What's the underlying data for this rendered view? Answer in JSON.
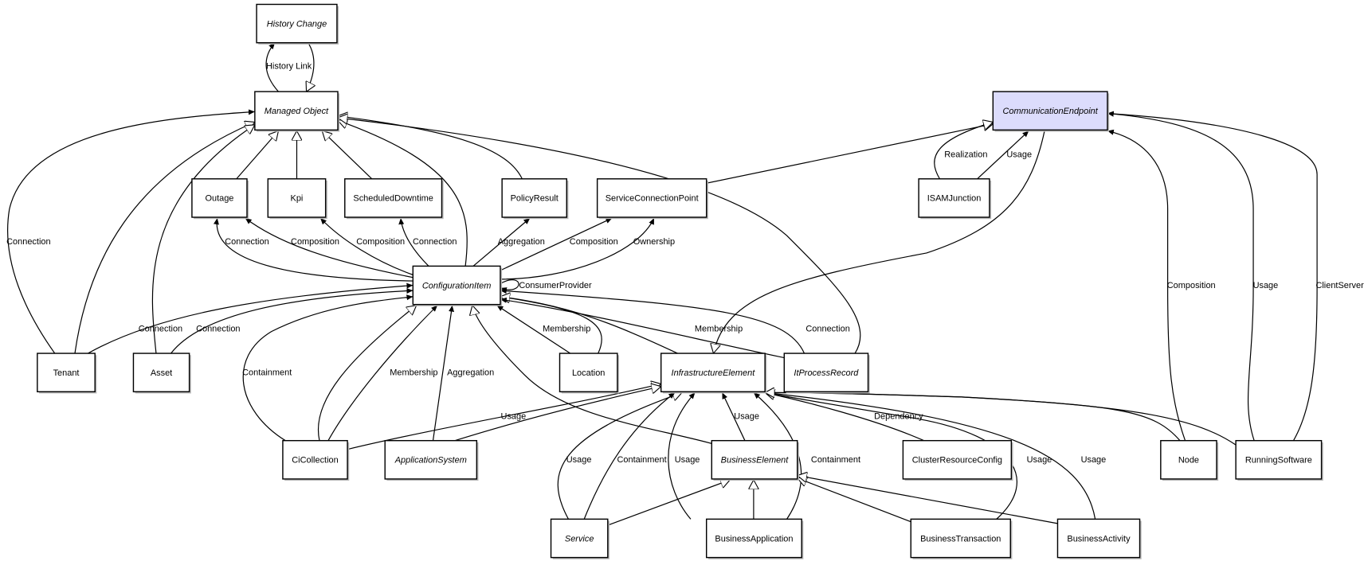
{
  "diagram": {
    "highlight_color": "#dcdcfc",
    "nodes": [
      {
        "id": "HistoryChange",
        "label": "History Change",
        "abstract": true
      },
      {
        "id": "ManagedObject",
        "label": "Managed Object",
        "abstract": true
      },
      {
        "id": "Outage",
        "label": "Outage",
        "abstract": false
      },
      {
        "id": "Kpi",
        "label": "Kpi",
        "abstract": false
      },
      {
        "id": "ScheduledDowntime",
        "label": "ScheduledDowntime",
        "abstract": false
      },
      {
        "id": "PolicyResult",
        "label": "PolicyResult",
        "abstract": false
      },
      {
        "id": "ServiceConnectionPoint",
        "label": "ServiceConnectionPoint",
        "abstract": false
      },
      {
        "id": "CommunicationEndpoint",
        "label": "CommunicationEndpoint",
        "abstract": true,
        "highlighted": true
      },
      {
        "id": "ISAMJunction",
        "label": "ISAMJunction",
        "abstract": false
      },
      {
        "id": "ConfigurationItem",
        "label": "ConfigurationItem",
        "abstract": true
      },
      {
        "id": "Tenant",
        "label": "Tenant",
        "abstract": false
      },
      {
        "id": "Asset",
        "label": "Asset",
        "abstract": false
      },
      {
        "id": "Location",
        "label": "Location",
        "abstract": false
      },
      {
        "id": "InfrastructureElement",
        "label": "InfrastructureElement",
        "abstract": true
      },
      {
        "id": "ItProcessRecord",
        "label": "ItProcessRecord",
        "abstract": true
      },
      {
        "id": "CiCollection",
        "label": "CiCollection",
        "abstract": false
      },
      {
        "id": "ApplicationSystem",
        "label": "ApplicationSystem",
        "abstract": true
      },
      {
        "id": "BusinessElement",
        "label": "BusinessElement",
        "abstract": true
      },
      {
        "id": "ClusterResourceConfig",
        "label": "ClusterResourceConfig",
        "abstract": false
      },
      {
        "id": "Node",
        "label": "Node",
        "abstract": false
      },
      {
        "id": "RunningSoftware",
        "label": "RunningSoftware",
        "abstract": false
      },
      {
        "id": "Service",
        "label": "Service",
        "abstract": true
      },
      {
        "id": "BusinessApplication",
        "label": "BusinessApplication",
        "abstract": false
      },
      {
        "id": "BusinessTransaction",
        "label": "BusinessTransaction",
        "abstract": false
      },
      {
        "id": "BusinessActivity",
        "label": "BusinessActivity",
        "abstract": false
      }
    ],
    "edges": [
      {
        "from": "ManagedObject",
        "to": "HistoryChange",
        "type": "association",
        "label": "History Link"
      },
      {
        "from": "HistoryChange",
        "to": "ManagedObject",
        "type": "generalization",
        "label": ""
      },
      {
        "from": "Outage",
        "to": "ManagedObject",
        "type": "generalization",
        "label": ""
      },
      {
        "from": "Kpi",
        "to": "ManagedObject",
        "type": "generalization",
        "label": ""
      },
      {
        "from": "ScheduledDowntime",
        "to": "ManagedObject",
        "type": "generalization",
        "label": ""
      },
      {
        "from": "ConfigurationItem",
        "to": "ManagedObject",
        "type": "generalization",
        "label": ""
      },
      {
        "from": "PolicyResult",
        "to": "ManagedObject",
        "type": "generalization",
        "label": ""
      },
      {
        "from": "ItProcessRecord",
        "to": "ManagedObject",
        "type": "generalization",
        "label": ""
      },
      {
        "from": "Tenant",
        "to": "ManagedObject",
        "type": "association",
        "label": "Connection"
      },
      {
        "from": "Tenant",
        "to": "ManagedObject",
        "type": "generalization",
        "label": ""
      },
      {
        "from": "Asset",
        "to": "ManagedObject",
        "type": "generalization",
        "label": ""
      },
      {
        "from": "ConfigurationItem",
        "to": "Outage",
        "type": "association",
        "label": "Connection"
      },
      {
        "from": "ConfigurationItem",
        "to": "Outage",
        "type": "association",
        "label": "Composition"
      },
      {
        "from": "ConfigurationItem",
        "to": "Kpi",
        "type": "association",
        "label": "Composition"
      },
      {
        "from": "ConfigurationItem",
        "to": "ScheduledDowntime",
        "type": "association",
        "label": "Connection"
      },
      {
        "from": "ConfigurationItem",
        "to": "PolicyResult",
        "type": "association",
        "label": "Aggregation"
      },
      {
        "from": "ConfigurationItem",
        "to": "ServiceConnectionPoint",
        "type": "association",
        "label": "Composition"
      },
      {
        "from": "ConfigurationItem",
        "to": "ServiceConnectionPoint",
        "type": "association",
        "label": "Ownership"
      },
      {
        "from": "ServiceConnectionPoint",
        "to": "CommunicationEndpoint",
        "type": "generalization",
        "label": ""
      },
      {
        "from": "ISAMJunction",
        "to": "CommunicationEndpoint",
        "type": "generalization",
        "label": "Realization"
      },
      {
        "from": "ISAMJunction",
        "to": "CommunicationEndpoint",
        "type": "association",
        "label": "Usage"
      },
      {
        "from": "CommunicationEndpoint",
        "to": "InfrastructureElement",
        "type": "generalization",
        "label": ""
      },
      {
        "from": "Node",
        "to": "CommunicationEndpoint",
        "type": "association",
        "label": "Composition"
      },
      {
        "from": "RunningSoftware",
        "to": "CommunicationEndpoint",
        "type": "association",
        "label": "Usage"
      },
      {
        "from": "RunningSoftware",
        "to": "CommunicationEndpoint",
        "type": "association",
        "label": "ClientServer"
      },
      {
        "from": "ConfigurationItem",
        "to": "ConfigurationItem",
        "type": "association",
        "label": "ConsumerProvider"
      },
      {
        "from": "Tenant",
        "to": "ConfigurationItem",
        "type": "association",
        "label": "Connection"
      },
      {
        "from": "Asset",
        "to": "ConfigurationItem",
        "type": "association",
        "label": "Connection"
      },
      {
        "from": "CiCollection",
        "to": "ConfigurationItem",
        "type": "association",
        "label": "Containment"
      },
      {
        "from": "CiCollection",
        "to": "ConfigurationItem",
        "type": "generalization",
        "label": ""
      },
      {
        "from": "CiCollection",
        "to": "ConfigurationItem",
        "type": "association",
        "label": "Membership"
      },
      {
        "from": "ApplicationSystem",
        "to": "ConfigurationItem",
        "type": "association",
        "label": "Aggregation"
      },
      {
        "from": "BusinessElement",
        "to": "ConfigurationItem",
        "type": "generalization",
        "label": ""
      },
      {
        "from": "Location",
        "to": "ConfigurationItem",
        "type": "association",
        "label": "Membership"
      },
      {
        "from": "Location",
        "to": "ConfigurationItem",
        "type": "association",
        "label": ""
      },
      {
        "from": "InfrastructureElement",
        "to": "ConfigurationItem",
        "type": "generalization",
        "label": ""
      },
      {
        "from": "ItProcessRecord",
        "to": "ConfigurationItem",
        "type": "association",
        "label": "Membership"
      },
      {
        "from": "ItProcessRecord",
        "to": "ConfigurationItem",
        "type": "association",
        "label": "Connection"
      },
      {
        "from": "CiCollection",
        "to": "InfrastructureElement",
        "type": "generalization",
        "label": "Usage"
      },
      {
        "from": "ApplicationSystem",
        "to": "InfrastructureElement",
        "type": "generalization",
        "label": ""
      },
      {
        "from": "Service",
        "to": "InfrastructureElement",
        "type": "generalization",
        "label": "Usage"
      },
      {
        "from": "Service",
        "to": "InfrastructureElement",
        "type": "association",
        "label": "Containment"
      },
      {
        "from": "Service",
        "to": "BusinessElement",
        "type": "generalization",
        "label": ""
      },
      {
        "from": "BusinessElement",
        "to": "InfrastructureElement",
        "type": "association",
        "label": "Usage"
      },
      {
        "from": "BusinessApplication",
        "to": "BusinessElement",
        "type": "generalization",
        "label": ""
      },
      {
        "from": "BusinessApplication",
        "to": "InfrastructureElement",
        "type": "association",
        "label": "Usage"
      },
      {
        "from": "BusinessApplication",
        "to": "InfrastructureElement",
        "type": "association",
        "label": "Containment"
      },
      {
        "from": "BusinessTransaction",
        "to": "BusinessElement",
        "type": "generalization",
        "label": ""
      },
      {
        "from": "BusinessActivity",
        "to": "BusinessElement",
        "type": "generalization",
        "label": ""
      },
      {
        "from": "BusinessTransaction",
        "to": "InfrastructureElement",
        "type": "association",
        "label": "Usage"
      },
      {
        "from": "BusinessActivity",
        "to": "InfrastructureElement",
        "type": "association",
        "label": "Usage"
      },
      {
        "from": "ClusterResourceConfig",
        "to": "InfrastructureElement",
        "type": "generalization",
        "label": "Dependency"
      },
      {
        "from": "Node",
        "to": "InfrastructureElement",
        "type": "generalization",
        "label": ""
      },
      {
        "from": "RunningSoftware",
        "to": "InfrastructureElement",
        "type": "generalization",
        "label": ""
      }
    ]
  }
}
